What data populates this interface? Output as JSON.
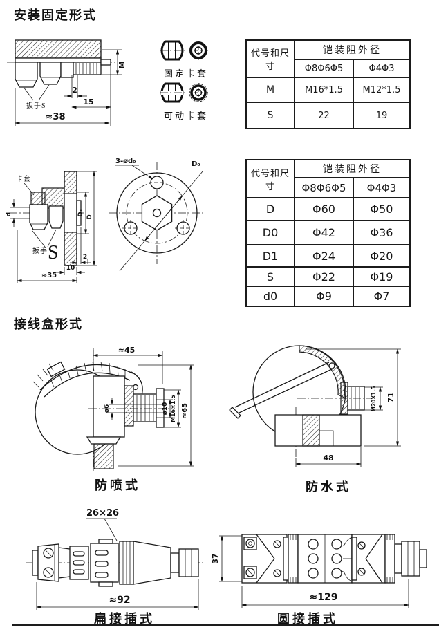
{
  "section1": {
    "title": "安装固定形式"
  },
  "section2": {
    "title": "接线盒形式"
  },
  "fitting": {
    "dim2": "2",
    "dim15": "15",
    "dim38": "≈38",
    "dimM": "M",
    "wrench": "扳手S"
  },
  "ferrules": {
    "fixed": "固定卡套",
    "movable": "可动卡套"
  },
  "table1": {
    "corner": "代号和尺寸",
    "group": "铠装阻外径",
    "col1": "Φ8Φ6Φ5",
    "col2": "Φ4Φ3",
    "rows": [
      {
        "code": "M",
        "v1": "M16*1.5",
        "v2": "M12*1.5"
      },
      {
        "code": "S",
        "v1": "22",
        "v2": "19"
      }
    ]
  },
  "flange": {
    "ferrule": "卡套",
    "wrench": "扳手",
    "wrenchS": "S",
    "dimd": "d",
    "dimD1": "D₁",
    "dimD": "D",
    "dim2": "2",
    "dim10": "10",
    "dim35": "≈35",
    "holes": "3-ød₀",
    "boltCircle": "D₀"
  },
  "table2": {
    "corner": "代号和尺寸",
    "group": "铠装阻外径",
    "col1": "Φ8Φ6Φ5",
    "col2": "Φ4Φ3",
    "rows": [
      {
        "code": "D",
        "v1": "Φ60",
        "v2": "Φ50"
      },
      {
        "code": "D0",
        "v1": "Φ42",
        "v2": "Φ36"
      },
      {
        "code": "D1",
        "v1": "Φ24",
        "v2": "Φ20"
      },
      {
        "code": "S",
        "v1": "Φ22",
        "v2": "Φ19"
      },
      {
        "code": "d0",
        "v1": "Φ9",
        "v2": "Φ7"
      }
    ]
  },
  "splash": {
    "dim45": "≈45",
    "dim6": "ø6",
    "dim10": "ø10",
    "thread": "M16×1.5",
    "dim65": "≈65",
    "caption": "防喷式"
  },
  "waterproof": {
    "thread": "M20X1.5",
    "dim71": "71",
    "dim48": "48",
    "caption": "防水式"
  },
  "flatPlug": {
    "dimSq": "26×26",
    "dim92": "≈92",
    "caption": "扁接插式"
  },
  "roundPlug": {
    "dim37": "37",
    "dim129": "≈129",
    "caption": "圆接插式"
  }
}
